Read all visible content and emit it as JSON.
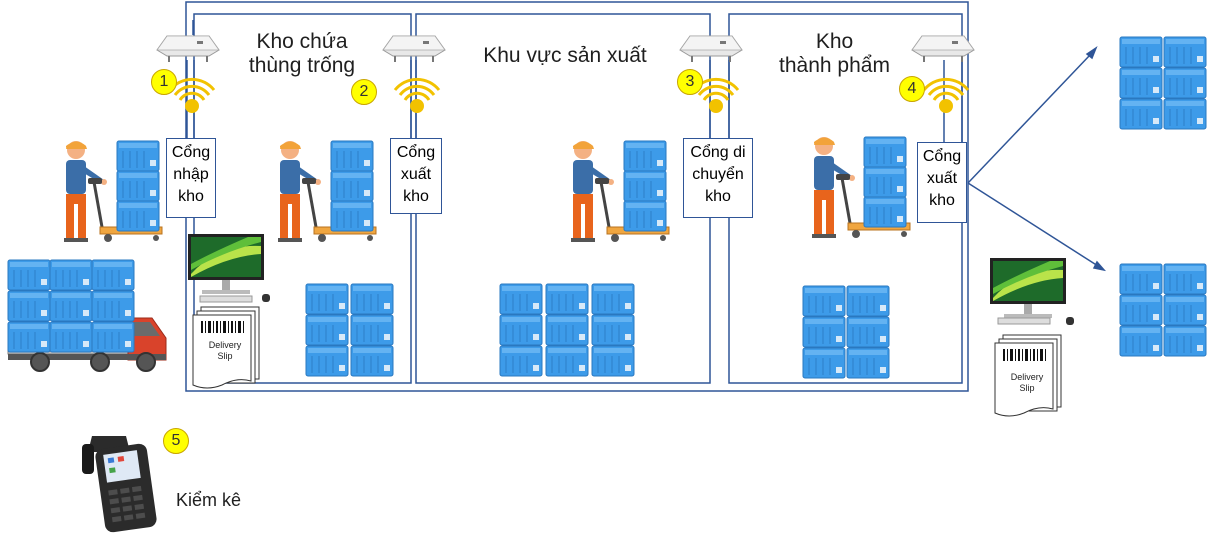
{
  "zones": {
    "empty_storage": {
      "line1": "Kho chứa",
      "line2": "thùng trống"
    },
    "production": {
      "label": "Khu vực sản xuất"
    },
    "finished_goods": {
      "line1": "Kho",
      "line2": "thành phẩm"
    }
  },
  "gates": [
    {
      "number": "1",
      "line1": "Cổng",
      "line2": "nhập",
      "line3": "kho"
    },
    {
      "number": "2",
      "line1": "Cổng",
      "line2": "xuất",
      "line3": "kho"
    },
    {
      "number": "3",
      "line1": "Cổng di",
      "line2": "chuyển",
      "line3": "kho"
    },
    {
      "number": "4",
      "line1": "Cổng",
      "line2": "xuất",
      "line3": "kho"
    }
  ],
  "inventory": {
    "number": "5",
    "label": "Kiểm kê"
  },
  "delivery_slip": {
    "line1": "Delivery",
    "line2": "Slip"
  },
  "colors": {
    "border": "#2f5597",
    "box": "#3d9be9",
    "badge": "#ffff00",
    "worker_shirt": "#3b6ea8",
    "worker_pants": "#e8641c",
    "truck": "#d9432b"
  }
}
